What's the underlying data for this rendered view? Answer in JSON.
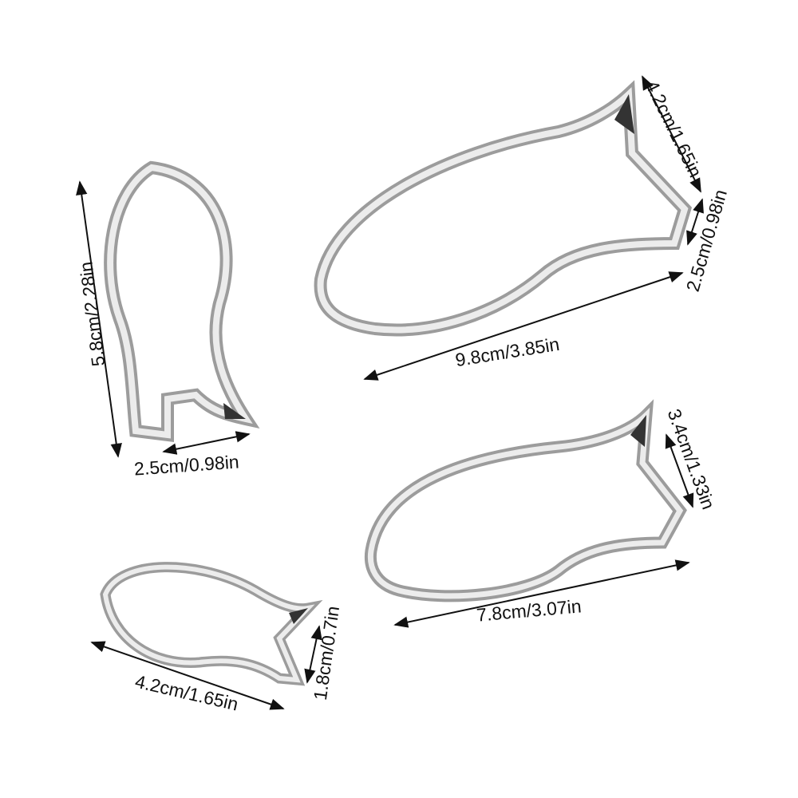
{
  "colors": {
    "metal_dark": "#8a8a8a",
    "metal_light": "#e6e6e6",
    "arrow": "#111111",
    "text": "#111111"
  },
  "labels": {
    "large_length": "9.8cm/3.85in",
    "large_tail_height": "4.2cm/1.65in",
    "large_tail_width": "2.5cm/0.98in",
    "vertical_height": "5.8cm/2.28in",
    "vertical_width": "2.5cm/0.98in",
    "medium_length": "7.8cm/3.07in",
    "medium_tail_height": "3.4cm/1.33in",
    "small_length": "4.2cm/1.65in",
    "small_tail_height": "1.8cm/0.7in"
  }
}
